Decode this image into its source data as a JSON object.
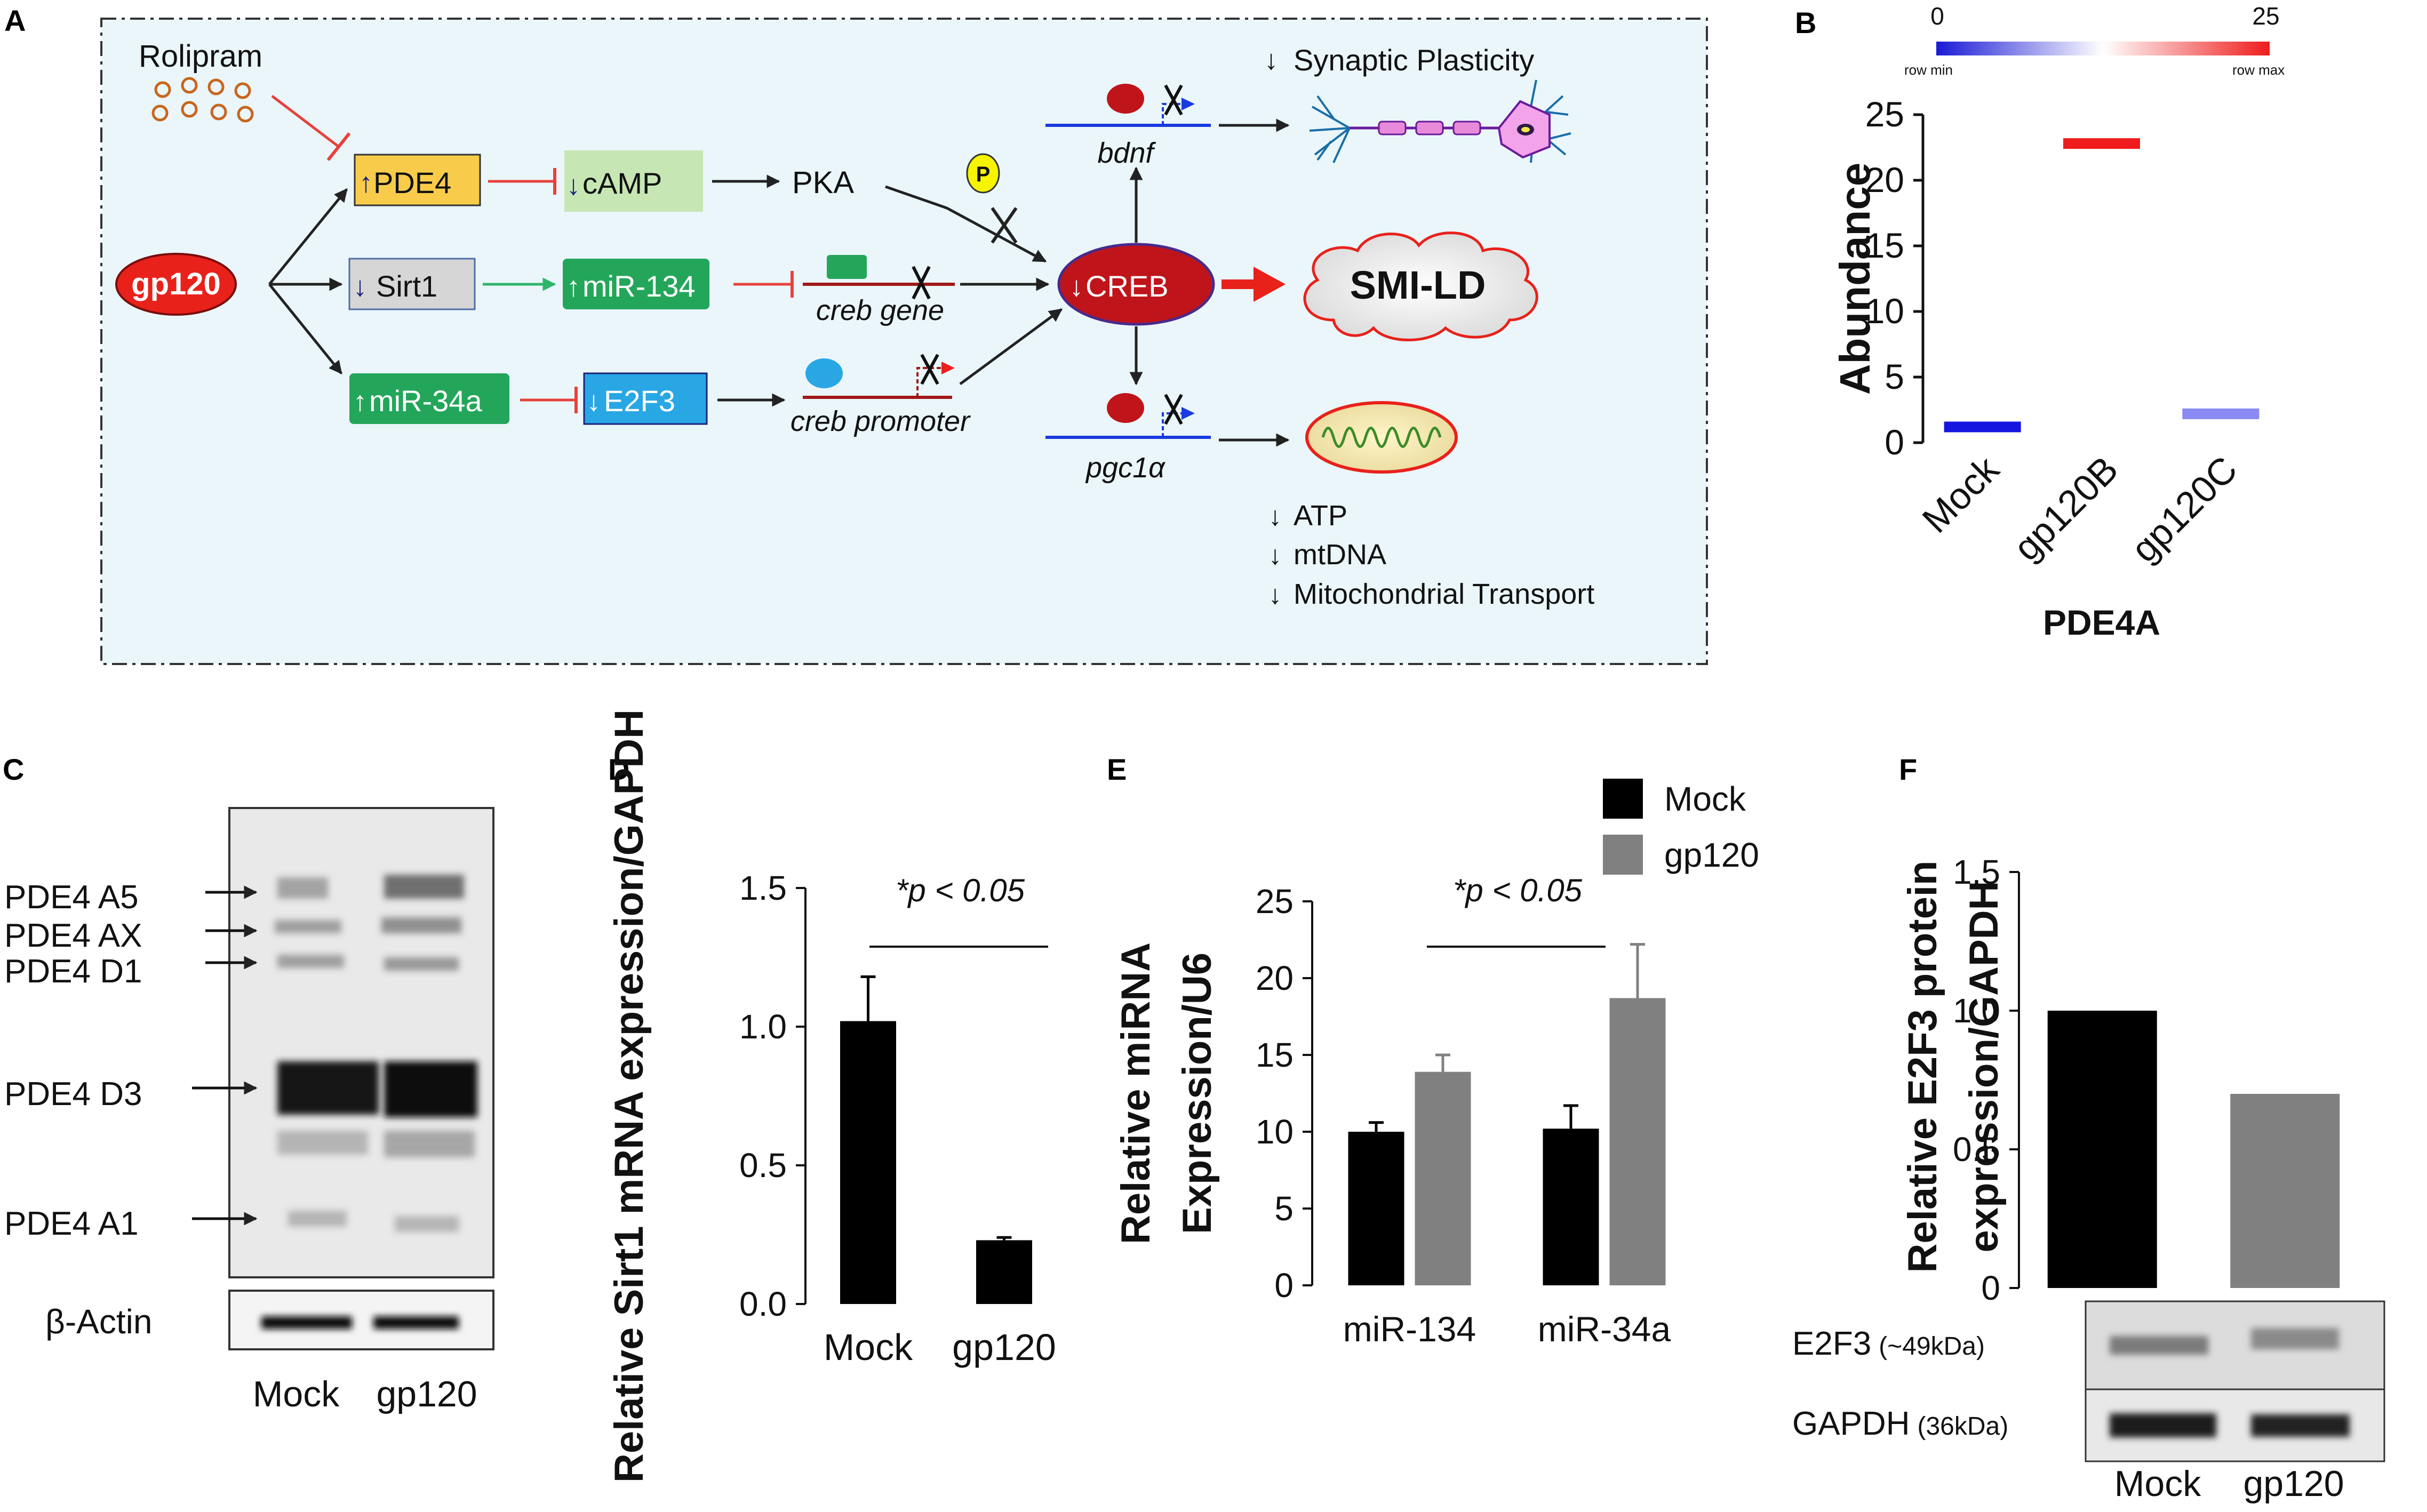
{
  "panel_letters": {
    "a": "A",
    "b": "B",
    "c": "C",
    "d": "D",
    "e": "E",
    "f": "F"
  },
  "pathway": {
    "rolipram": "Rolipram",
    "gp120": "gp120",
    "pde4": "PDE4",
    "camp": "cAMP",
    "pka": "PKA",
    "p_badge": "P",
    "sirt1": "Sirt1",
    "mir134": "miR-134",
    "mir34a": "miR-34a",
    "e2f3": "E2F3",
    "creb_gene": "creb gene",
    "creb_promoter": "creb promoter",
    "creb": "CREB",
    "bdnf": "bdnf",
    "pgc1a": "pgc1α",
    "smild": "SMI-LD",
    "synaptic": "Synaptic Plasticity",
    "outcomes": [
      "ATP",
      "mtDNA",
      "Mitochondrial Transport"
    ],
    "colors": {
      "inhibit": "#e8413a",
      "activate": "#222222",
      "green_arrow": "#2fb56b",
      "creb_fill": "#c0141b",
      "big_arrow": "#e8211b",
      "bg": "#eaf6fa"
    }
  },
  "heatmap_scale": {
    "min_value": "0",
    "max_value": "25",
    "min_label": "row min",
    "max_label": "row max",
    "min_color": "#1a1ad6",
    "max_color": "#ee1c1c"
  },
  "western_c": {
    "bands": [
      "PDE4 A5",
      "PDE4 AX",
      "PDE4 D1",
      "PDE4 D3",
      "PDE4 A1"
    ],
    "loading": "β-Actin",
    "lanes": [
      "Mock",
      "gp120"
    ]
  },
  "western_f": {
    "rows": [
      {
        "name": "E2F3",
        "size": "(~49kDa)"
      },
      {
        "name": "GAPDH",
        "size": "(36kDa)"
      }
    ],
    "lanes": [
      "Mock",
      "gp120"
    ]
  },
  "chart_data": [
    {
      "panel": "B",
      "type": "scatter",
      "categories": [
        "Mock",
        "gp120B",
        "gp120C"
      ],
      "values": [
        1.2,
        22.8,
        2.2
      ],
      "colors": [
        "#1515e0",
        "#ee1c1c",
        "#8a8af2"
      ],
      "xlabel": "PDE4A",
      "ylabel": "Abundance",
      "ylim": [
        0,
        25
      ],
      "yticks": [
        "0",
        "5",
        "10",
        "15",
        "20",
        "25"
      ]
    },
    {
      "panel": "D",
      "type": "bar",
      "categories": [
        "Mock",
        "gp120"
      ],
      "values": [
        1.02,
        0.23
      ],
      "errors": [
        0.16,
        0.01
      ],
      "colors": [
        "#000000",
        "#000000"
      ],
      "ylabel": "Relative Sirt1 mRNA expression/GAPDH",
      "ylim": [
        0,
        1.5
      ],
      "yticks": [
        "0.0",
        "0.5",
        "1.0",
        "1.5"
      ],
      "annotation": "*p < 0.05"
    },
    {
      "panel": "E",
      "type": "bar",
      "categories": [
        "miR-134",
        "miR-34a"
      ],
      "series": [
        {
          "name": "Mock",
          "values": [
            10,
            10.2
          ],
          "errors": [
            0.6,
            1.5
          ],
          "color": "#000000"
        },
        {
          "name": "gp120",
          "values": [
            13.9,
            18.7
          ],
          "errors": [
            1.1,
            3.5
          ],
          "color": "#808080"
        }
      ],
      "ylabel": "Relative miRNA Expression/U6",
      "ylim": [
        0,
        25
      ],
      "yticks": [
        "0",
        "5",
        "10",
        "15",
        "20",
        "25"
      ],
      "annotation": "*p < 0.05"
    },
    {
      "panel": "F",
      "type": "bar",
      "categories": [
        "Mock",
        "gp120"
      ],
      "values": [
        1.0,
        0.7
      ],
      "colors": [
        "#000000",
        "#808080"
      ],
      "ylabel": "Relative E2F3 protein expression/GAPDH",
      "ylim": [
        0,
        1.5
      ],
      "yticks": [
        "0",
        "0.5",
        "1.0",
        "1.5"
      ]
    }
  ]
}
